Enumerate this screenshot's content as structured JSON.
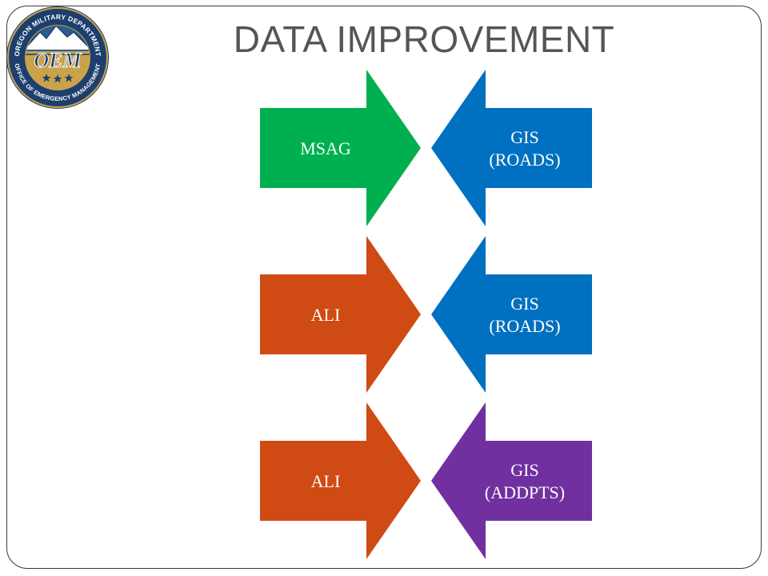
{
  "slide": {
    "title": "DATA IMPROVEMENT"
  },
  "logo": {
    "ring_text_top": "OREGON MILITARY DEPARTMENT",
    "ring_text_bottom": "OFFICE OF EMERGENCY MANAGEMENT",
    "center_text": "OEM"
  },
  "rows": [
    {
      "left": {
        "lines": [
          "MSAG"
        ],
        "color": "#00b050"
      },
      "right": {
        "lines": [
          "GIS",
          "(ROADS)"
        ],
        "color": "#0070c0"
      }
    },
    {
      "left": {
        "lines": [
          "ALI"
        ],
        "color": "#d04a14"
      },
      "right": {
        "lines": [
          "GIS",
          "(ROADS)"
        ],
        "color": "#0070c0"
      }
    },
    {
      "left": {
        "lines": [
          "ALI"
        ],
        "color": "#d04a14"
      },
      "right": {
        "lines": [
          "GIS",
          "(ADDPTS)"
        ],
        "color": "#7030a0"
      }
    }
  ]
}
